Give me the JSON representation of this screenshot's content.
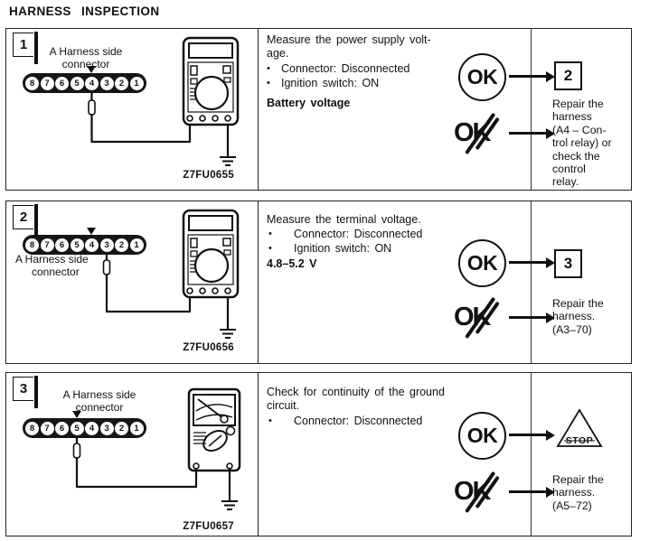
{
  "title": "HARNESS INSPECTION",
  "colors": {
    "ink": "#111111",
    "paper": "#ffffff"
  },
  "ui": {
    "bullet": "•",
    "ok_text": "OK"
  },
  "steps": [
    {
      "number": "1",
      "connector_label": [
        "A Harness side",
        "connector"
      ],
      "pins": [
        "8",
        "7",
        "6",
        "5",
        "4",
        "3",
        "2",
        "1"
      ],
      "figure_code": "Z7FU0655",
      "meter": "digital-multimeter",
      "instruction_lines": [
        "Measure the power supply volt-",
        "age."
      ],
      "conditions": [
        "Connector: Disconnected",
        "Ignition switch: ON"
      ],
      "expected_value": "Battery voltage",
      "outcomes": {
        "ok": {
          "type": "goto-step",
          "target": "2"
        },
        "not_ok": {
          "type": "action",
          "action_lines": [
            "Repair the",
            "harness",
            "(A4 – Con-",
            "trol relay) or",
            "check the",
            "control",
            "relay."
          ]
        }
      }
    },
    {
      "number": "2",
      "connector_label": [
        "A Harness side",
        "connector"
      ],
      "pins": [
        "8",
        "7",
        "6",
        "5",
        "4",
        "3",
        "2",
        "1"
      ],
      "figure_code": "Z7FU0656",
      "meter": "digital-multimeter",
      "instruction_lines": [
        "Measure the terminal voltage."
      ],
      "conditions": [
        "Connector: Disconnected",
        "Ignition switch: ON"
      ],
      "expected_value": "4.8–5.2 V",
      "outcomes": {
        "ok": {
          "type": "goto-step",
          "target": "3"
        },
        "not_ok": {
          "type": "action",
          "action_lines": [
            "Repair the",
            "harness.",
            "(A3–70)"
          ]
        }
      }
    },
    {
      "number": "3",
      "connector_label": [
        "A Harness side",
        "connector"
      ],
      "pins": [
        "8",
        "7",
        "6",
        "5",
        "4",
        "3",
        "2",
        "1"
      ],
      "figure_code": "Z7FU0657",
      "meter": "analog-multimeter",
      "instruction_lines": [
        "Check for continuity of the ground",
        "circuit."
      ],
      "conditions": [
        "Connector: Disconnected"
      ],
      "outcomes": {
        "ok": {
          "type": "stop",
          "stop_label": "STOP"
        },
        "not_ok": {
          "type": "action",
          "action_lines": [
            "Repair the",
            "harness.",
            "(A5–72)"
          ]
        }
      }
    }
  ]
}
